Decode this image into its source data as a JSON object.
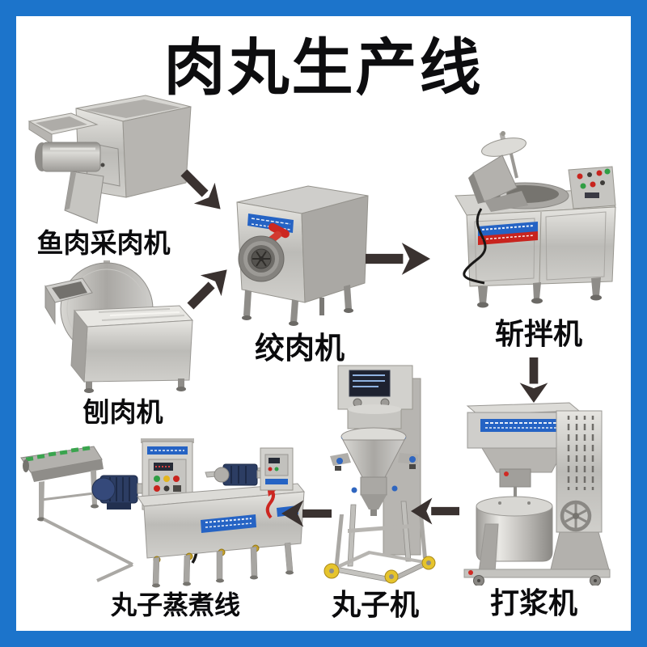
{
  "title": "肉丸生产线",
  "machines": [
    {
      "id": "fish-meat-extractor",
      "label": "鱼肉采肉机"
    },
    {
      "id": "meat-planer",
      "label": "刨肉机"
    },
    {
      "id": "meat-grinder",
      "label": "绞肉机"
    },
    {
      "id": "bowl-cutter",
      "label": "斩拌机"
    },
    {
      "id": "beater",
      "label": "打浆机"
    },
    {
      "id": "meatball-former",
      "label": "丸子机"
    },
    {
      "id": "cooking-line",
      "label": "丸子蒸煮线"
    }
  ],
  "flow": {
    "arrows": [
      {
        "from": "fish-meat-extractor",
        "to": "meat-grinder",
        "direction": "down-right"
      },
      {
        "from": "meat-planer",
        "to": "meat-grinder",
        "direction": "up-right"
      },
      {
        "from": "meat-grinder",
        "to": "bowl-cutter",
        "direction": "right"
      },
      {
        "from": "bowl-cutter",
        "to": "beater",
        "direction": "down"
      },
      {
        "from": "beater",
        "to": "meatball-former",
        "direction": "left"
      },
      {
        "from": "meatball-former",
        "to": "cooking-line",
        "direction": "left"
      }
    ]
  },
  "colors": {
    "frame_blue": "#1c74cb",
    "card_white": "#ffffff",
    "arrow_dark": "#3a3230",
    "sticker_blue": "#2563c4",
    "accent_red": "#cc2721",
    "wheel_yellow": "#e6c42c",
    "motor_navy": "#2c3d63",
    "item_green": "#3aa44e",
    "steel_gray": "#c0bfbb",
    "text_black": "#0d0d0f"
  }
}
